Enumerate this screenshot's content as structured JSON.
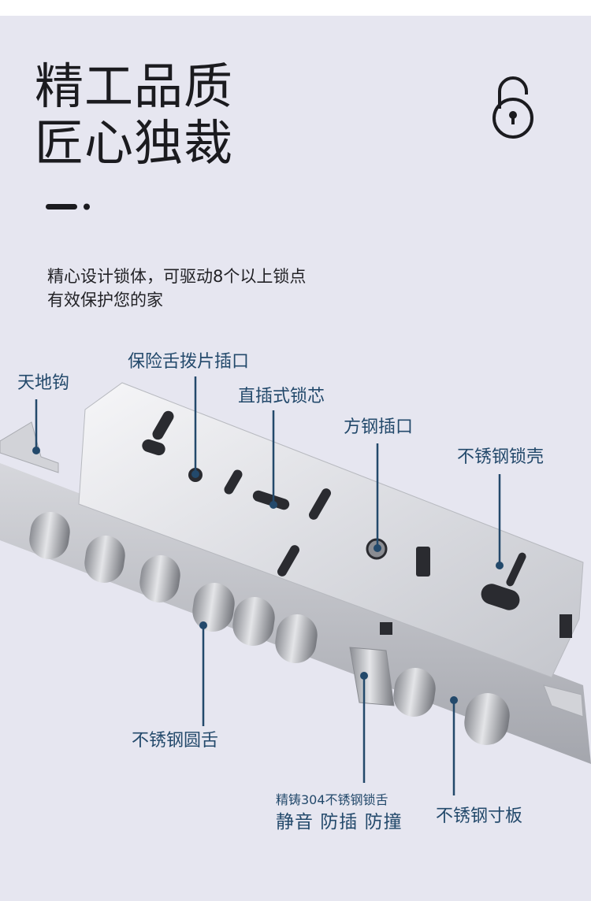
{
  "headline": {
    "line1": "精工品质",
    "line2": "匠心独裁"
  },
  "icons": {
    "lock": "padlock-open-icon"
  },
  "description": {
    "line1": "精心设计锁体，可驱动8个以上锁点",
    "line2": "有效保护您的家"
  },
  "callouts": {
    "tiandigou": "天地钩",
    "baoxianshe": "保险舌拨片插口",
    "zhicha": "直插式锁芯",
    "fanggang": "方钢插口",
    "suoke": "不锈钢锁壳",
    "yuanshe": "不锈钢圆舌",
    "zhuzhu_small": "精铸304不锈钢锁舌",
    "zhuzhu_big": "静音 防插 防撞",
    "cunban": "不锈钢寸板"
  },
  "colors": {
    "background": "#e6e6f0",
    "callout": "#23496b",
    "text": "#1b1b1f"
  }
}
